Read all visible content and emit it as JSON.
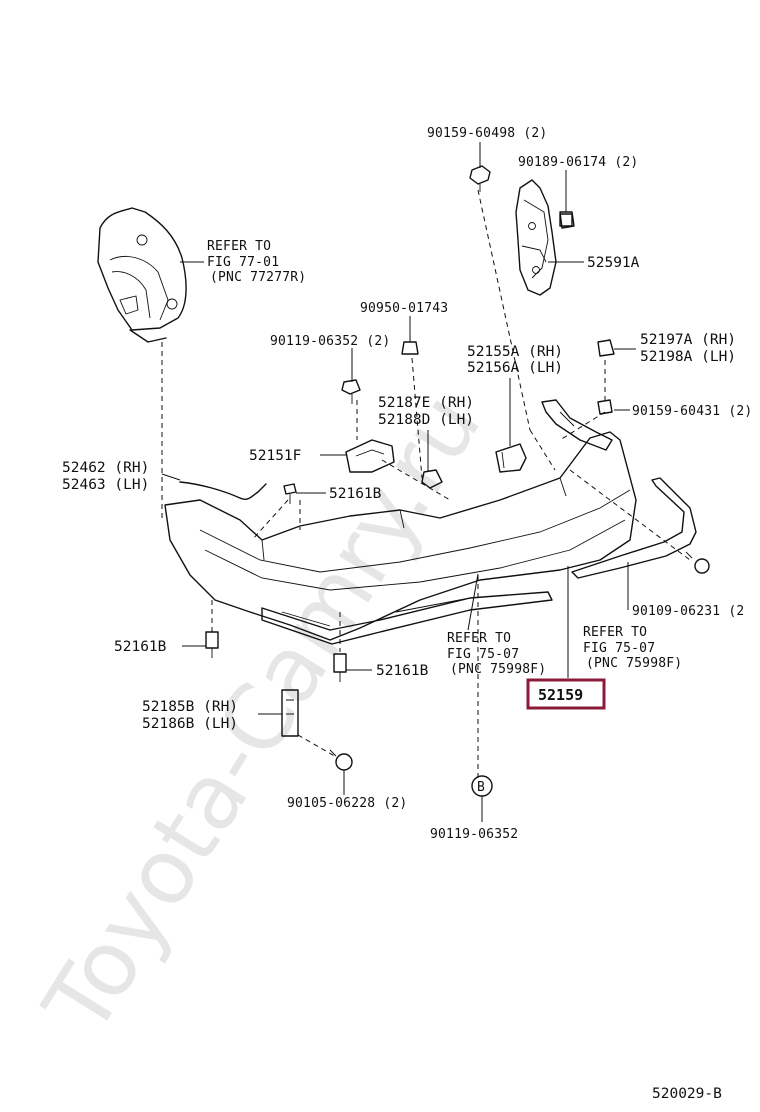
{
  "watermark": "Toyota-Camry.ru",
  "diagram_code": "520029-B",
  "highlight_color": "#8b1a3a",
  "callouts": {
    "p_90159_60498": "90159-60498 (2)",
    "p_90189_06174": "90189-06174 (2)",
    "p_52591a": "52591A",
    "refer_77_line1": "REFER TO",
    "refer_77_line2": "FIG 77-01",
    "refer_77_line3": "(PNC 77277R)",
    "p_90950_01743": "90950-01743",
    "p_90119_06352_2": "90119-06352 (2)",
    "p_52155a": "52155A (RH)",
    "p_52156a": "52156A (LH)",
    "p_52197a": "52197A (RH)",
    "p_52198a": "52198A (LH)",
    "p_52187e": "52187E (RH)",
    "p_52188d": "52188D (LH)",
    "p_90159_60431": "90159-60431 (2)",
    "p_52151f": "52151F",
    "p_52462": "52462 (RH)",
    "p_52463": "52463 (LH)",
    "p_52161b_top": "52161B",
    "p_90109_06231": "90109-06231 (2",
    "refer_75_right_line1": "REFER TO",
    "refer_75_right_line2": "FIG 75-07",
    "refer_75_right_line3": "(PNC 75998F)",
    "refer_75_center_line1": "REFER TO",
    "refer_75_center_line2": "FIG 75-07",
    "refer_75_center_line3": "(PNC 75998F)",
    "p_52161b_left": "52161B",
    "p_52161b_mid": "52161B",
    "p_52159": "52159",
    "p_52185b": "52185B (RH)",
    "p_52186b": "52186B (LH)",
    "p_90105_06228": "90105-06228 (2)",
    "circle_b": "B",
    "p_90119_06352": "90119-06352"
  }
}
